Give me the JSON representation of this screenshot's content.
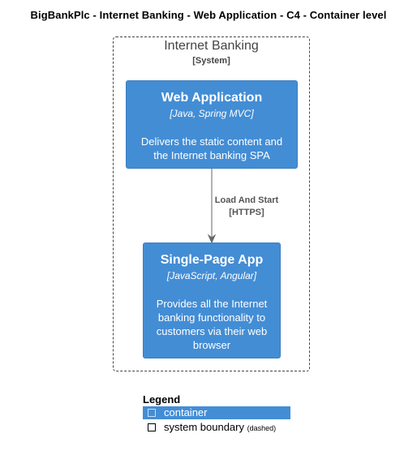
{
  "title": "BigBankPlc - Internet Banking - Web Application - C4 - Container level",
  "boundary": {
    "name": "Internet Banking",
    "type": "[System]"
  },
  "containers": [
    {
      "name": "Web Application",
      "technology": "[Java, Spring MVC]",
      "description": "Delivers the static content and the Internet banking SPA"
    },
    {
      "name": "Single-Page App",
      "technology": "[JavaScript, Angular]",
      "description": "Provides all the Internet banking functionality to customers via their web browser"
    }
  ],
  "relationship": {
    "label": "Load And Start",
    "technology": "[HTTPS]"
  },
  "legend": {
    "title": "Legend",
    "items": [
      {
        "label": "container",
        "icon": "square-icon",
        "color": "#438dd5"
      },
      {
        "label": "system boundary",
        "note": "(dashed)",
        "icon": "square-outline-icon"
      }
    ]
  },
  "colors": {
    "container_fill": "#438dd5",
    "container_text": "#ffffff",
    "boundary_stroke": "#444444",
    "arrow": "#666666"
  }
}
